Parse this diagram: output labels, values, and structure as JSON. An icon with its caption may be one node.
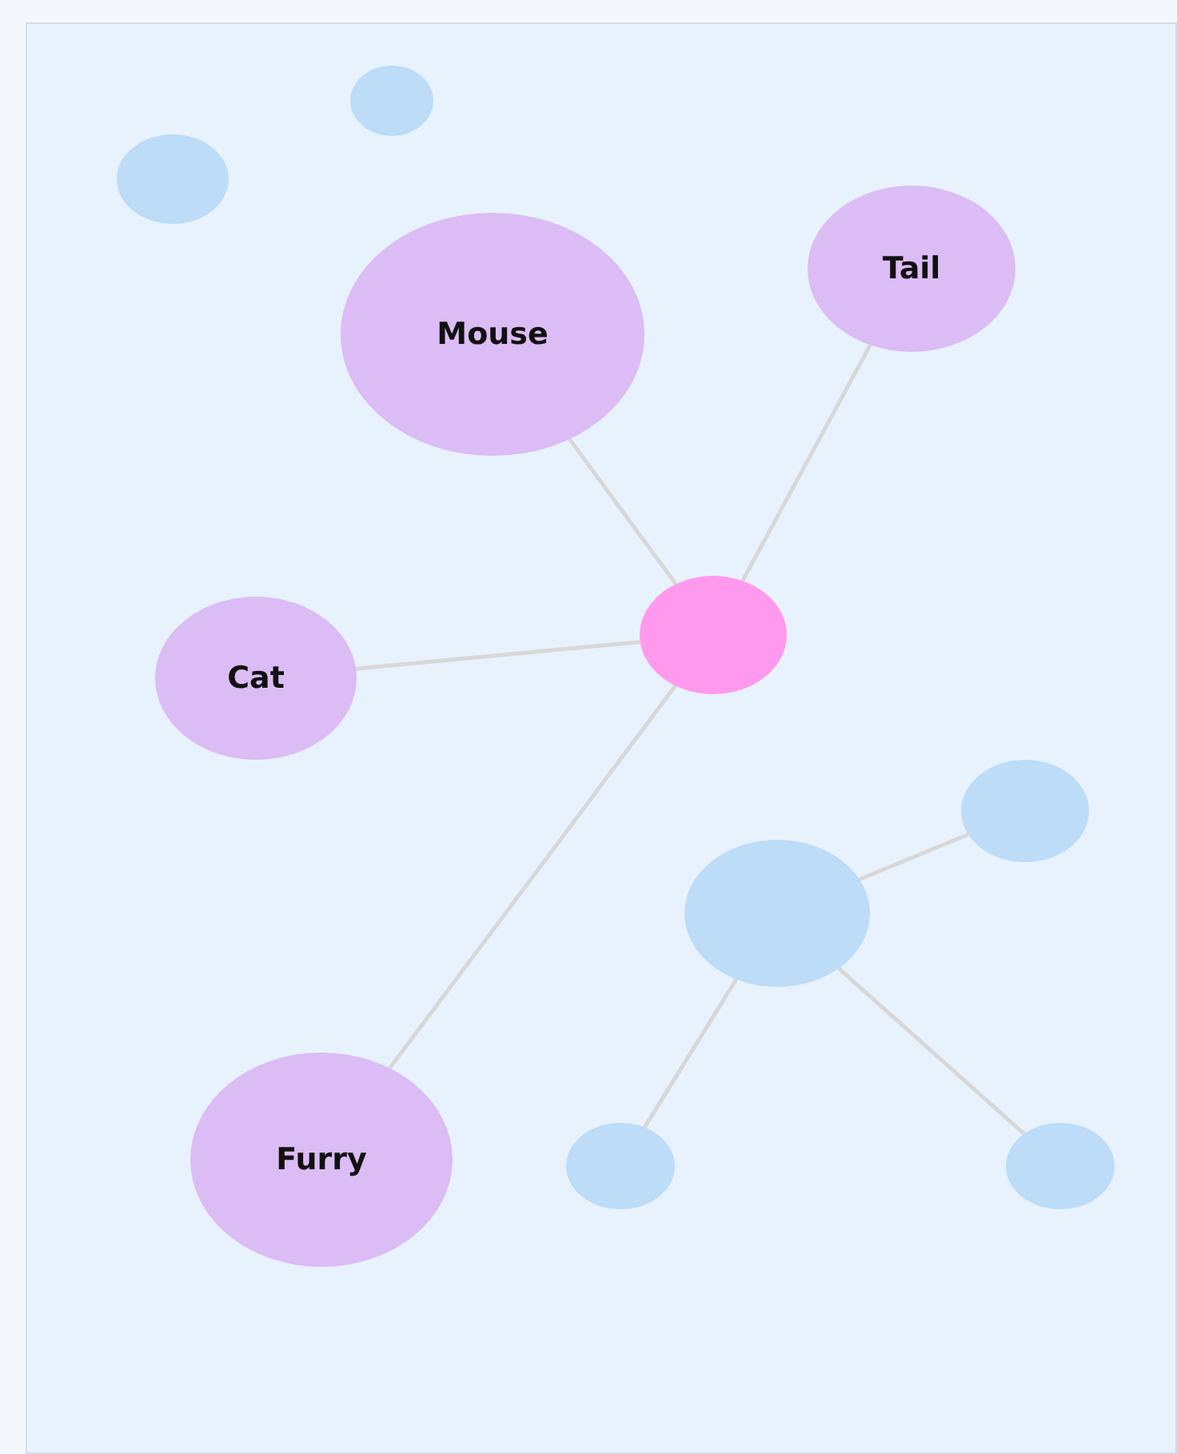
{
  "diagram": {
    "nodes": [
      {
        "text": [],
        "shape": "circle"
      },
      {
        "text": [],
        "shape": "circle"
      },
      {
        "text": [
          "Mouse"
        ]
      },
      {
        "text": [
          "Tail"
        ]
      },
      {
        "text": [],
        "shape": "circle"
      },
      {
        "text": [
          "Cat"
        ]
      },
      {
        "text": [],
        "shape": "circle"
      },
      {
        "text": [],
        "shape": "circle"
      },
      {
        "text": [
          "Furry"
        ]
      },
      {
        "text": [],
        "shape": "circle"
      },
      {
        "text": [],
        "shape": "circle"
      }
    ],
    "edges": [
      {
        "from": 2,
        "to": 4,
        "arrow": "none"
      },
      {
        "from": 3,
        "to": 4,
        "arrow": "none"
      },
      {
        "from": 5,
        "to": 4,
        "arrow": "none"
      },
      {
        "from": 8,
        "to": 4,
        "arrow": "none"
      },
      {
        "from": 7,
        "to": 6,
        "arrow": "none"
      },
      {
        "from": 7,
        "to": 9,
        "arrow": "none"
      },
      {
        "from": 7,
        "to": 10,
        "arrow": "none"
      }
    ]
  }
}
